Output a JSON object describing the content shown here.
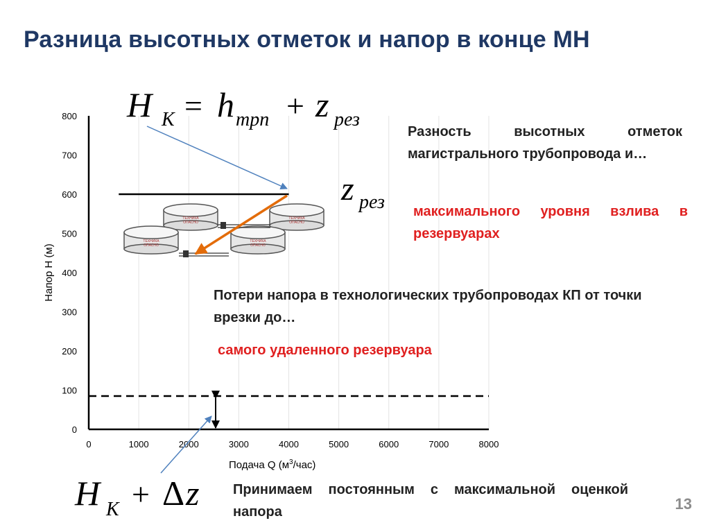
{
  "title": "Разница высотных отметок и напор в конце МН",
  "formula_top": {
    "lhs": "H",
    "lhs_sub": "К",
    "eq": "=",
    "t1": "h",
    "t1_sub": "трп",
    "plus": "+",
    "t2": "z",
    "t2_sub": "рез"
  },
  "formula_z": {
    "base": "z",
    "sub": "рез"
  },
  "formula_bottom": {
    "lhs": "H",
    "lhs_sub": "К",
    "plus": "+",
    "delta": "Δ",
    "var": "z"
  },
  "chart_data": {
    "type": "line",
    "xlabel_main": "Подача Q (м",
    "xlabel_sup": "3",
    "xlabel_tail": "/час)",
    "ylabel": "Напор  Н (м)",
    "xlim": [
      0,
      8000
    ],
    "ylim": [
      0,
      800
    ],
    "x_ticks": [
      "0",
      "1000",
      "2000",
      "3000",
      "4000",
      "5000",
      "6000",
      "7000",
      "8000"
    ],
    "y_ticks": [
      "0",
      "100",
      "200",
      "300",
      "400",
      "500",
      "600",
      "700",
      "800"
    ],
    "grid": "vertical",
    "series": [
      {
        "style": "solid",
        "x": [
          600,
          4000
        ],
        "y": [
          600,
          600
        ]
      },
      {
        "style": "dashed",
        "x": [
          0,
          8000
        ],
        "y": [
          85,
          85
        ]
      }
    ],
    "dimension_marker": {
      "x": 2550,
      "y_from": 0,
      "y_to": 85
    }
  },
  "tank_labels": [
    "ТЕХНИКА",
    "ОПАСНО"
  ],
  "text": {
    "block1": "Разность высотных отметок магистрального трубопровода и…",
    "block1_red": "максимального уровня взлива в резервуарах",
    "block2": "Потери напора в технологических трубопроводах КП от точки врезки до…",
    "block2_red": "самого удаленного резервуара",
    "block3": "Принимаем постоянным с максимальной оценкой напора"
  },
  "page_number": "13",
  "colors": {
    "title": "#1f3864",
    "red": "#e02020",
    "arrow_blue": "#4f81bd",
    "arrow_orange": "#e36c0a"
  }
}
